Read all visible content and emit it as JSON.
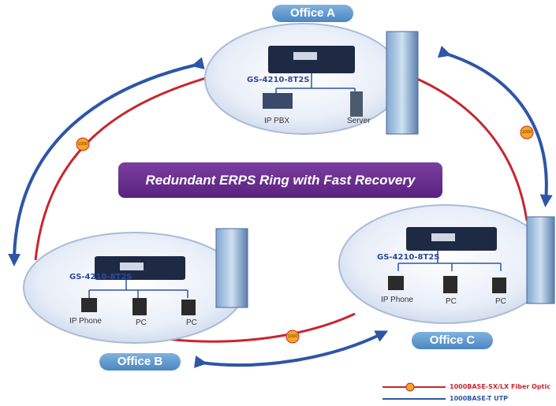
{
  "offices": {
    "a": {
      "name": "Office A",
      "switch_model": "GS-4210-8T2S",
      "devices": [
        "IP PBX",
        "Server"
      ]
    },
    "b": {
      "name": "Office B",
      "switch_model": "GS-4210-8T2S",
      "devices": [
        "IP Phone",
        "PC",
        "PC"
      ]
    },
    "c": {
      "name": "Office C",
      "switch_model": "GS-4210-8T2S",
      "devices": [
        "IP Phone",
        "PC",
        "PC"
      ]
    }
  },
  "banner": "Redundant ERPS Ring with Fast Recovery",
  "fiber_tag": "1000",
  "legend": {
    "fiber": "1000BASE-SX/LX Fiber Optic",
    "utp": "1000BASE-T UTP"
  },
  "colors": {
    "fiber_line": "#c8262e",
    "utp_arrow": "#2d56a7",
    "office_pill": "#5a91c8",
    "banner": "#65308a",
    "model_text": "#2b4a9e"
  }
}
